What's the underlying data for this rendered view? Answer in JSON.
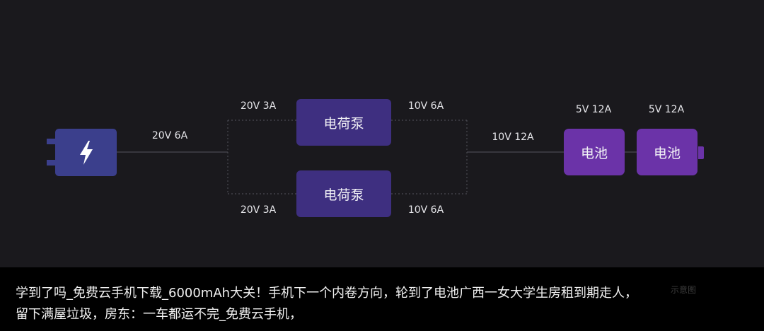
{
  "diagram": {
    "charger_icon": "lightning-bolt-icon",
    "labels": {
      "charger_out": "20V 6A",
      "pump_top_in": "20V 3A",
      "pump_top_out": "10V 6A",
      "pump_bottom_in": "20V 3A",
      "pump_bottom_out": "10V 6A",
      "merged_out": "10V 12A",
      "battery_left": "5V 12A",
      "battery_right": "5V 12A"
    },
    "pumps": [
      "电荷泵",
      "电荷泵"
    ],
    "batteries": [
      "电池",
      "电池"
    ],
    "watermark": "示意图"
  },
  "caption": {
    "line1": "学到了吗_免费云手机下载_6000mAh大关！手机下一个内卷方向，轮到了电池广西一女大学生房租到期走人，",
    "line2": "留下满屋垃圾，房东：一车都运不完_免费云手机，"
  },
  "colors": {
    "background": "#1a191d",
    "charger": "#3b3f8c",
    "pump": "#3e2f80",
    "battery": "#6b33a8"
  }
}
